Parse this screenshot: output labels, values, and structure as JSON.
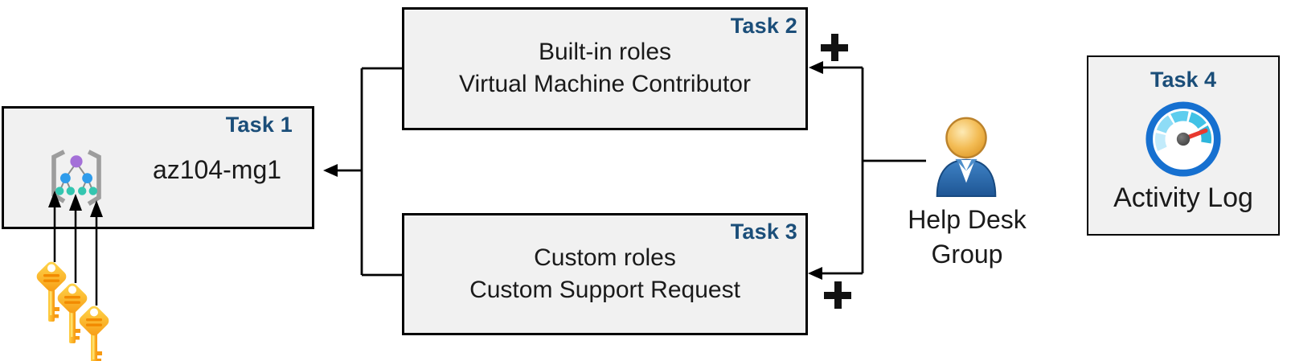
{
  "boxes": {
    "task1": {
      "badge": "Task 1",
      "title": "az104-mg1"
    },
    "task2": {
      "badge": "Task 2",
      "lines": [
        "Built-in roles",
        "Virtual Machine Contributor"
      ]
    },
    "task3": {
      "badge": "Task 3",
      "lines": [
        "Custom roles",
        "Custom Support Request"
      ]
    },
    "task4": {
      "badge": "Task 4",
      "caption": "Activity Log"
    }
  },
  "group": {
    "label": "Help Desk Group"
  },
  "icons": {
    "management_group": "management-group-icon",
    "keys": "key-icon",
    "person": "person-icon",
    "activity_gauge": "gauge-icon",
    "plus": "plus-icon",
    "arrows": "arrow-connector"
  },
  "colors": {
    "task_badge_navy": "#1b4e79",
    "box_background": "#f1f1f1",
    "box_border": "#000000",
    "body_text": "#1a1a1a",
    "key_gold": "#ffd94f",
    "key_orange": "#f79a12",
    "key_stripe_orange": "#f28a00",
    "gauge_ring_blue": "#1670d0",
    "gauge_needle_red": "#e8392f",
    "person_body_blue": "#2a67ae",
    "person_head_gold": "#e9a93d",
    "mg_node_purple": "#a470d8",
    "mg_node_blue": "#2f9ceb",
    "mg_node_teal": "#34c6b0",
    "mg_bracket_gray": "#9d9d9d"
  }
}
